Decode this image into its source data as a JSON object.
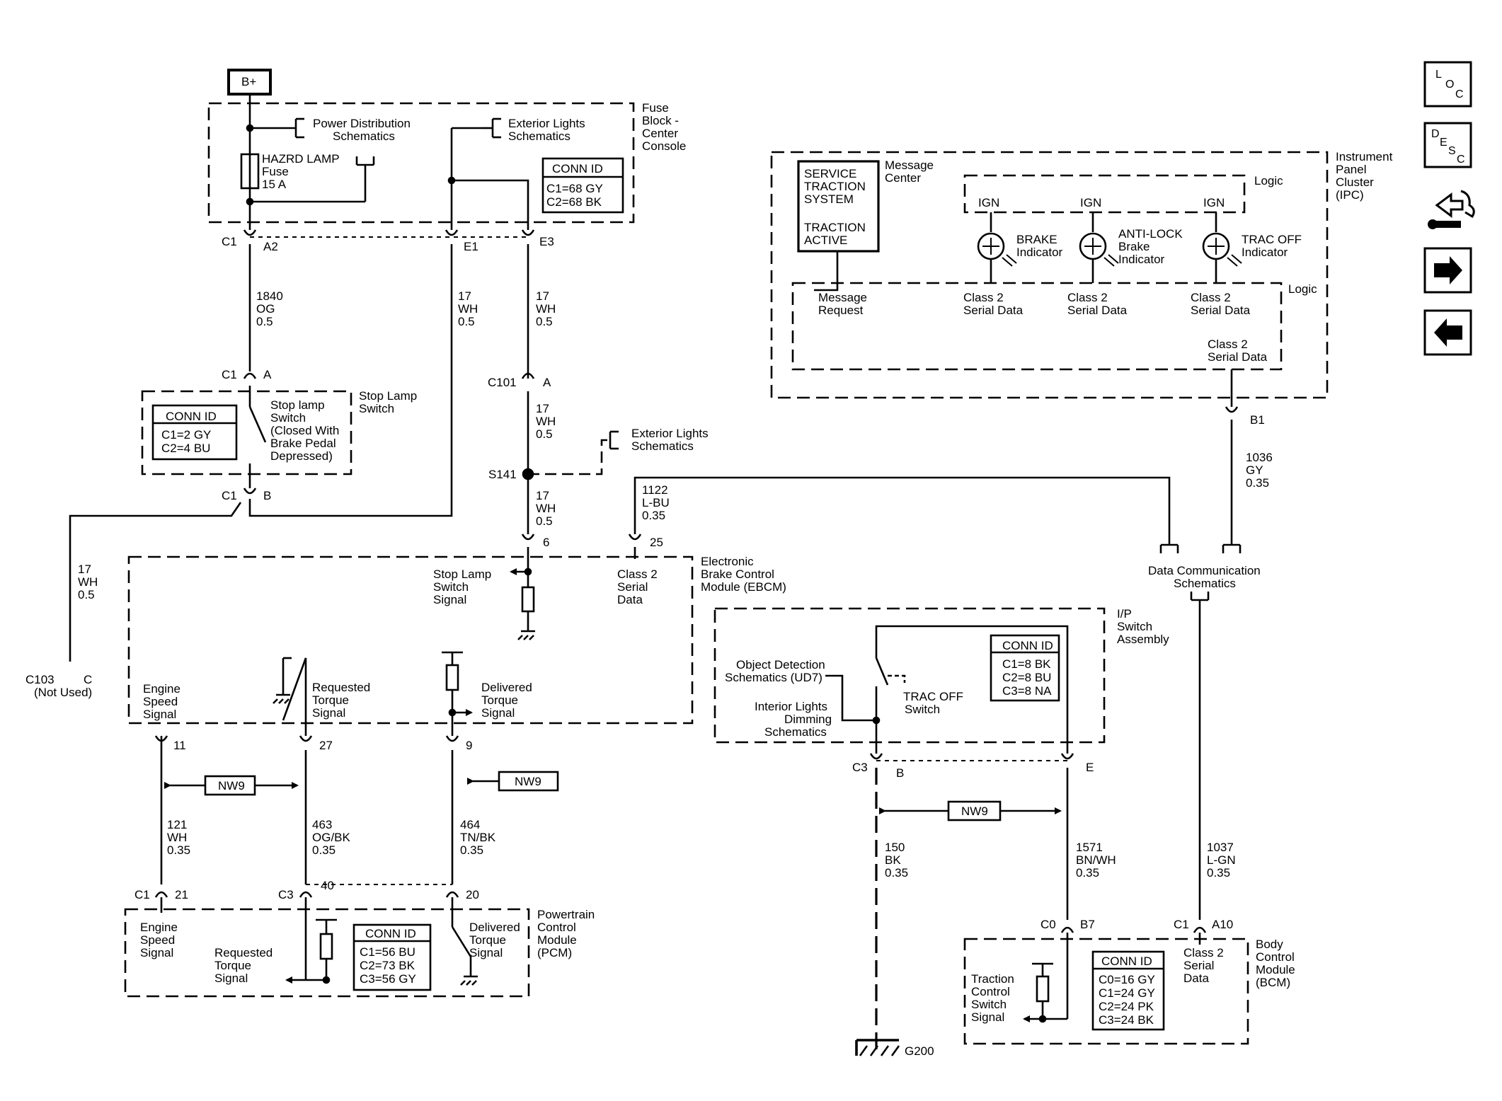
{
  "diagram": {
    "battery": "B+",
    "fuse_block": {
      "title_lines": [
        "Fuse",
        "Block -",
        "Center",
        "Console"
      ],
      "power_dist": [
        "Power Distribution",
        "Schematics"
      ],
      "ext_lights_1": [
        "Exterior Lights",
        "Schematics"
      ],
      "fuse": [
        "HAZRD LAMP",
        "Fuse",
        "15 A"
      ],
      "conn_id": {
        "title": "CONN ID",
        "lines": [
          "C1=68 GY",
          "C2=68 BK"
        ]
      },
      "c1": "C1",
      "a2": "A2",
      "e1": "E1",
      "e3": "E3"
    },
    "wires": {
      "w1840": [
        "1840",
        "OG",
        "0.5"
      ],
      "w17_e1": [
        "17",
        "WH",
        "0.5"
      ],
      "w17_e3": [
        "17",
        "WH",
        "0.5"
      ],
      "w17_c101": [
        "17",
        "WH",
        "0.5"
      ],
      "w17_s141": [
        "17",
        "WH",
        "0.5"
      ],
      "w17_left": [
        "17",
        "WH",
        "0.5"
      ],
      "w1122": [
        "1122",
        "L-BU",
        "0.35"
      ],
      "w1036": [
        "1036",
        "GY",
        "0.35"
      ],
      "w121": [
        "121",
        "WH",
        "0.35"
      ],
      "w463": [
        "463",
        "OG/BK",
        "0.35"
      ],
      "w464": [
        "464",
        "TN/BK",
        "0.35"
      ],
      "w150": [
        "150",
        "BK",
        "0.35"
      ],
      "w1571": [
        "1571",
        "BN/WH",
        "0.35"
      ],
      "w1037": [
        "1037",
        "L-GN",
        "0.35"
      ]
    },
    "stop_lamp_switch": {
      "title_lines": [
        "Stop Lamp",
        "Switch"
      ],
      "desc_lines": [
        "Stop lamp",
        "Switch",
        "(Closed With",
        "Brake Pedal",
        "Depressed)"
      ],
      "conn_id": {
        "title": "CONN ID",
        "lines": [
          "C1=2 GY",
          "C2=4 BU"
        ]
      },
      "c1_top": "C1",
      "a": "A",
      "c1_bot": "C1",
      "b": "B"
    },
    "splice": {
      "c101": "C101",
      "a": "A",
      "s141": "S141",
      "ext_lights_2": [
        "Exterior Lights",
        "Schematics"
      ]
    },
    "c103": [
      "C103",
      "(Not Used)"
    ],
    "c103_pin": "C",
    "ebcm": {
      "title_lines": [
        "Electronic",
        "Brake Control",
        "Module (EBCM)"
      ],
      "pin6": "6",
      "pin25": "25",
      "stop_lamp_signal": [
        "Stop Lamp",
        "Switch",
        "Signal"
      ],
      "class2": [
        "Class 2",
        "Serial",
        "Data"
      ],
      "engine_speed": [
        "Engine",
        "Speed",
        "Signal"
      ],
      "req_torque": [
        "Requested",
        "Torque",
        "Signal"
      ],
      "del_torque": [
        "Delivered",
        "Torque",
        "Signal"
      ],
      "pin11": "11",
      "pin27": "27",
      "pin9": "9"
    },
    "nw9": [
      "NW9",
      "NW9",
      "NW9"
    ],
    "pcm": {
      "title_lines": [
        "Powertrain",
        "Control",
        "Module",
        "(PCM)"
      ],
      "c1": "C1",
      "pin21": "21",
      "c3": "C3",
      "pin40": "40",
      "pin20": "20",
      "engine_speed": [
        "Engine",
        "Speed",
        "Signal"
      ],
      "req_torque": [
        "Requested",
        "Torque",
        "Signal"
      ],
      "del_torque": [
        "Delivered",
        "Torque",
        "Signal"
      ],
      "conn_id": {
        "title": "CONN ID",
        "lines": [
          "C1=56 BU",
          "C2=73 BK",
          "C3=56 GY"
        ]
      }
    },
    "ipc": {
      "title_lines": [
        "Instrument",
        "Panel",
        "Cluster",
        "(IPC)"
      ],
      "message_center": [
        "Message",
        "Center"
      ],
      "svc_box": [
        "SERVICE",
        "TRACTION",
        "SYSTEM",
        "TRACTION",
        "ACTIVE"
      ],
      "logic1": "Logic",
      "logic2": "Logic",
      "ign": [
        "IGN",
        "IGN",
        "IGN"
      ],
      "brake_ind": [
        "BRAKE",
        "Indicator"
      ],
      "abs_ind": [
        "ANTI-LOCK",
        "Brake",
        "Indicator"
      ],
      "trac_ind": [
        "TRAC OFF",
        "Indicator"
      ],
      "msg_req": [
        "Message",
        "Request"
      ],
      "cls2_a": [
        "Class 2",
        "Serial Data"
      ],
      "cls2_b": [
        "Class 2",
        "Serial Data"
      ],
      "cls2_c": [
        "Class 2",
        "Serial Data"
      ],
      "cls2_d": [
        "Class 2",
        "Serial Data"
      ],
      "b1": "B1"
    },
    "dcs": [
      "Data Communication",
      "Schematics"
    ],
    "ip_switch": {
      "title_lines": [
        "I/P",
        "Switch",
        "Assembly"
      ],
      "obj_det": [
        "Object Detection",
        "Schematics (UD7)"
      ],
      "int_lights": [
        "Interior Lights",
        "Dimming",
        "Schematics"
      ],
      "trac_sw": [
        "TRAC OFF",
        "Switch"
      ],
      "conn_id": {
        "title": "CONN ID",
        "lines": [
          "C1=8 BK",
          "C2=8 BU",
          "C3=8 NA"
        ]
      },
      "c3": "C3",
      "b": "B",
      "e": "E"
    },
    "ground": "G200",
    "bcm": {
      "title_lines": [
        "Body",
        "Control",
        "Module",
        "(BCM)"
      ],
      "c0": "C0",
      "b7": "B7",
      "c1": "C1",
      "a10": "A10",
      "tcs_signal": [
        "Traction",
        "Control",
        "Switch",
        "Signal"
      ],
      "class2": [
        "Class 2",
        "Serial",
        "Data"
      ],
      "conn_id": {
        "title": "CONN ID",
        "lines": [
          "C0=16 GY",
          "C1=24 GY",
          "C2=24 PK",
          "C3=24 BK"
        ]
      }
    }
  },
  "nav": {
    "loc_letters": [
      "L",
      "O",
      "C"
    ],
    "desc_letters": [
      "D",
      "E",
      "S",
      "C"
    ],
    "icons": [
      "component-view-icon",
      "next-arrow-icon",
      "previous-arrow-icon"
    ]
  }
}
